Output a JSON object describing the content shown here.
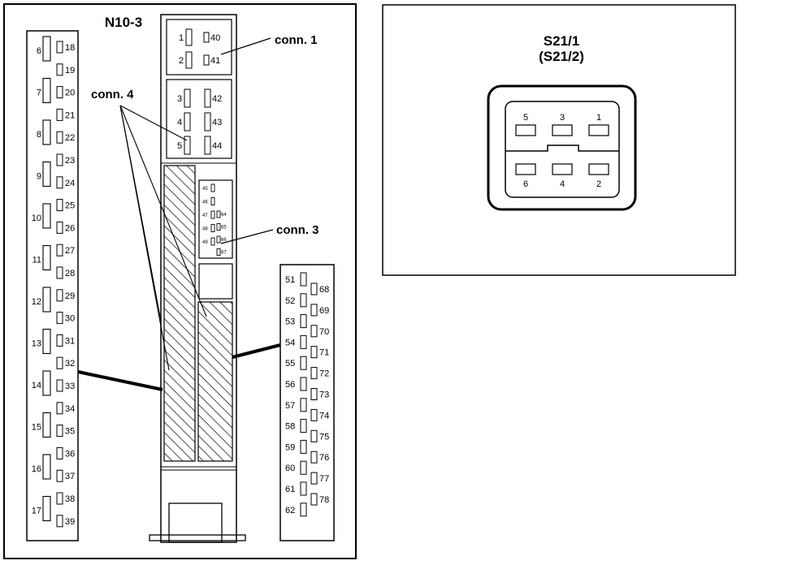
{
  "left_figure": {
    "title": "N10-3",
    "callouts": {
      "conn1": "conn. 1",
      "conn3": "conn. 3",
      "conn4": "conn. 4"
    },
    "left_strip": {
      "groups": [
        "6",
        "7",
        "8",
        "9",
        "10",
        "11",
        "12",
        "13",
        "14",
        "15",
        "16",
        "17"
      ],
      "pins": [
        "18",
        "19",
        "20",
        "21",
        "22",
        "23",
        "24",
        "25",
        "26",
        "27",
        "28",
        "29",
        "30",
        "31",
        "32",
        "33",
        "34",
        "35",
        "36",
        "37",
        "38",
        "39"
      ]
    },
    "conn1_pins": {
      "left": [
        "1",
        "2"
      ],
      "right": [
        "40",
        "41"
      ]
    },
    "conn4_pins": {
      "left": [
        "3",
        "4",
        "5"
      ],
      "right": [
        "42",
        "43",
        "44"
      ]
    },
    "conn3_pins": {
      "left": [
        "45",
        "46",
        "47",
        "48",
        "49"
      ],
      "right": [
        "64",
        "65",
        "66",
        "67"
      ]
    },
    "right_strip": {
      "left_pins": [
        "51",
        "52",
        "53",
        "54",
        "55",
        "56",
        "57",
        "58",
        "59",
        "60",
        "61",
        "62"
      ],
      "right_pins": [
        "68",
        "69",
        "70",
        "71",
        "72",
        "73",
        "74",
        "75",
        "76",
        "77",
        "78"
      ]
    }
  },
  "right_figure": {
    "title": "S21/1",
    "subtitle": "(S21/2)",
    "top_pins": [
      "5",
      "3",
      "1"
    ],
    "bottom_pins": [
      "6",
      "4",
      "2"
    ]
  }
}
